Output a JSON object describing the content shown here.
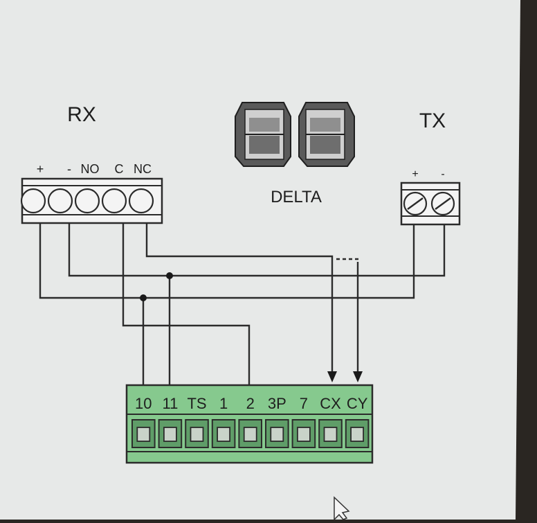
{
  "labels": {
    "rx_title": "RX",
    "tx_title": "TX",
    "photocell_caption": "DELTA"
  },
  "rx_terminals": [
    "+",
    "-",
    "NO",
    "C",
    "NC"
  ],
  "tx_terminals": [
    "+",
    "-"
  ],
  "board_terminals": [
    "10",
    "11",
    "TS",
    "1",
    "2",
    "3P",
    "7",
    "CX",
    "CY"
  ],
  "colors": {
    "screen_background": "#e7e9e8",
    "wire": "#2b2b2b",
    "terminal_board": "#86c98e",
    "terminal_board_dark": "#5f9d68",
    "connector_body": "#f4f4f4"
  },
  "icons": {
    "photocell": "photocell-sensor-icon",
    "cursor": "mouse-pointer-icon"
  }
}
